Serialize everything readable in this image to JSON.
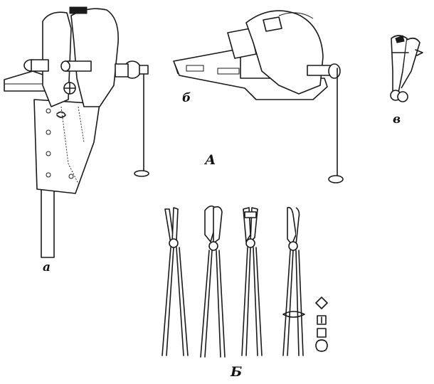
{
  "figure": {
    "section_labels": {
      "vises": "А",
      "tongs": "Б"
    },
    "item_labels": {
      "leg_vise": "а",
      "bench_vise": "б",
      "hand_vise": "в"
    },
    "ink_color": "#1a1a1a",
    "background_color": "#ffffff"
  }
}
